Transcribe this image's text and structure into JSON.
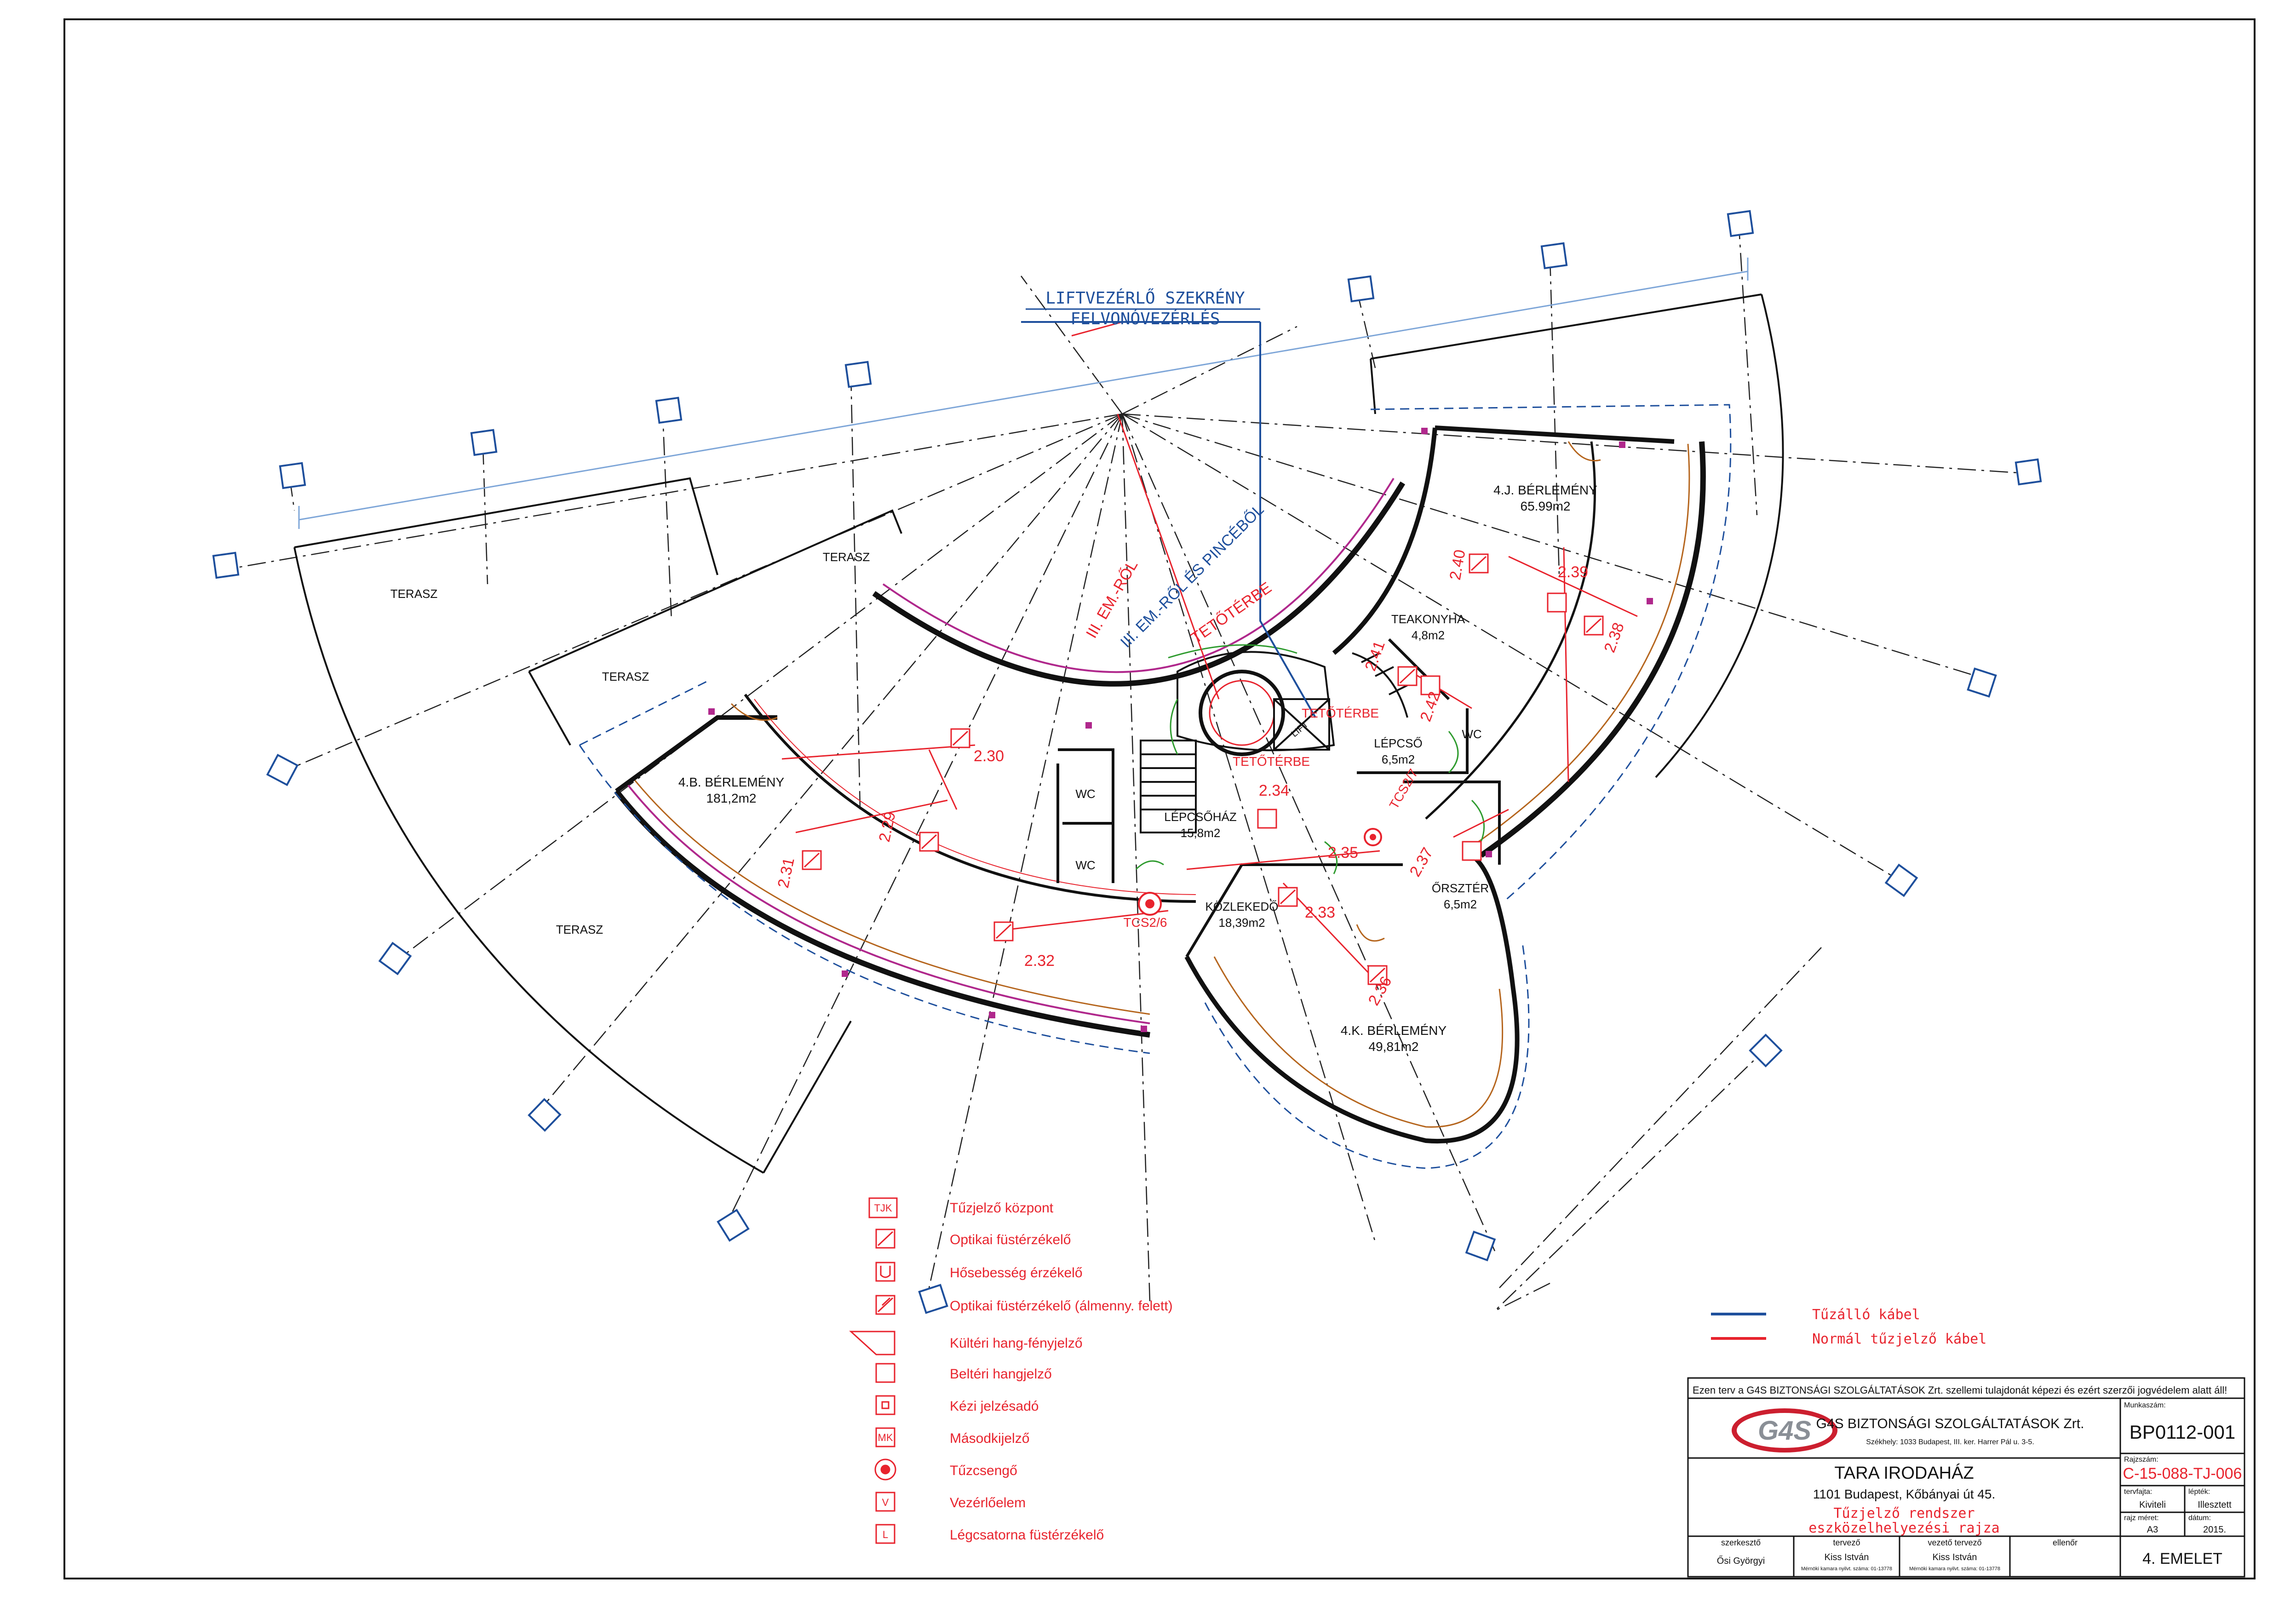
{
  "colors": {
    "wall": "#111111",
    "red": "#e8232d",
    "blue": "#1e4f9c",
    "light_blue": "#7ea6d8",
    "brown": "#b5651d",
    "green": "#2e9b2e",
    "magenta": "#b0288c"
  },
  "annotations": {
    "lift_cabinet": "LIFTVEZÉRLŐ SZEKRÉNY",
    "lift_control": "FELVONÓVEZÉRLÉS",
    "red_route_1": "III. EM.-RŐL",
    "red_route_2": "TETŐTÉRBE",
    "blue_route_1": "III. EM.-RŐL ÉS PINCÉBŐL",
    "tetoterbe_a": "TETŐTÉRBE",
    "tetoterbe_b": "TETŐTÉRBE"
  },
  "rooms": [
    {
      "name": "TERASZ",
      "area": ""
    },
    {
      "name": "TERASZ",
      "area": ""
    },
    {
      "name": "TERASZ",
      "area": ""
    },
    {
      "name": "TERASZ",
      "area": ""
    },
    {
      "name": "4.B. BÉRLEMÉNY",
      "area": "181,2m2"
    },
    {
      "name": "4.J. BÉRLEMÉNY",
      "area": "65.99m2"
    },
    {
      "name": "TEAKONYHA",
      "area": "4,8m2"
    },
    {
      "name": "LÉPCSŐ",
      "area": "6,5m2"
    },
    {
      "name": "LÉPCSŐHÁZ",
      "area": "15,8m2"
    },
    {
      "name": "KÖZLEKEDŐ",
      "area": "18,39m2"
    },
    {
      "name": "ŐRSZTÉR",
      "area": "6,5m2"
    },
    {
      "name": "4.K. BÉRLEMÉNY",
      "area": "49,81m2"
    },
    {
      "name": "WC",
      "area": ""
    },
    {
      "name": "WC",
      "area": ""
    },
    {
      "name": "WC",
      "area": ""
    },
    {
      "name": "LIFT",
      "area": ""
    }
  ],
  "detector_labels": [
    "2.30",
    "2.29",
    "2.31",
    "2.32",
    "2.33",
    "2.34",
    "2.35",
    "2.36",
    "2.37",
    "2.38",
    "2.39",
    "2.40",
    "2.41",
    "2.42",
    "TCS2/6",
    "TCS2/7"
  ],
  "legend": {
    "items": [
      {
        "symbol": "TJK",
        "label": "Tűzjelző központ"
      },
      {
        "symbol": "optical",
        "label": "Optikai füstérzékelő"
      },
      {
        "symbol": "heat",
        "label": "Hősebesség érzékelő"
      },
      {
        "symbol": "optical-ceiling",
        "label": "Optikai füstérzékelő (álmenny. felett)"
      },
      {
        "symbol": "outdoor-sounder",
        "label": "Kültéri hang-fényjelző"
      },
      {
        "symbol": "indoor-sounder",
        "label": "Beltéri hangjelző"
      },
      {
        "symbol": "manual-call-point",
        "label": "Kézi jelzésadó"
      },
      {
        "symbol": "MK",
        "label": "Másodkijelző"
      },
      {
        "symbol": "bell",
        "label": "Tűzcsengő"
      },
      {
        "symbol": "V",
        "label": "Vezérlőelem"
      },
      {
        "symbol": "L",
        "label": "Légcsatorna füstérzékelő"
      }
    ]
  },
  "cable_legend": [
    {
      "label": "Tűzálló kábel",
      "color": "#1e4f9c"
    },
    {
      "label": "Normál tűzjelző kábel",
      "color": "#e8232d"
    }
  ],
  "title_block": {
    "copyright": "Ezen terv a G4S BIZTONSÁGI SZOLGÁLTATÁSOK Zrt. szellemi tulajdonát képezi és ezért szerzői jogvédelem alatt áll!",
    "logo_text": "G4S",
    "company": "G4S BIZTONSÁGI SZOLGÁLTATÁSOK Zrt.",
    "company_address": "Székhely: 1033 Budapest, III. ker. Harrer Pál u. 3-5.",
    "project": "TARA IRODAHÁZ",
    "project_address": "1101 Budapest, Kőbányai út 45.",
    "drawing_title_1": "Tűzjelző rendszer",
    "drawing_title_2": "eszközelhelyezési rajza",
    "work_number_label": "Munkaszám:",
    "work_number": "BP0112-001",
    "drawing_number_label": "Rajzszám:",
    "drawing_number": "C-15-088-TJ-006",
    "plan_type_label": "tervfajta:",
    "plan_type": "Kiviteli",
    "scale_label": "lépték:",
    "scale": "Illesztett",
    "size_label": "rajz méret:",
    "size": "A3",
    "date_label": "dátum:",
    "date": "2015.",
    "floor": "4. EMELET",
    "roles": [
      {
        "role": "szerkesztő",
        "name": "Ősi Györgyi",
        "note": ""
      },
      {
        "role": "tervező",
        "name": "Kiss István",
        "note": "Mérnöki kamara nyilvt. száma: 01-13778"
      },
      {
        "role": "vezető tervező",
        "name": "Kiss István",
        "note": "Mérnöki kamara nyilvt. száma: 01-13778"
      },
      {
        "role": "ellenőr",
        "name": "",
        "note": ""
      }
    ]
  }
}
